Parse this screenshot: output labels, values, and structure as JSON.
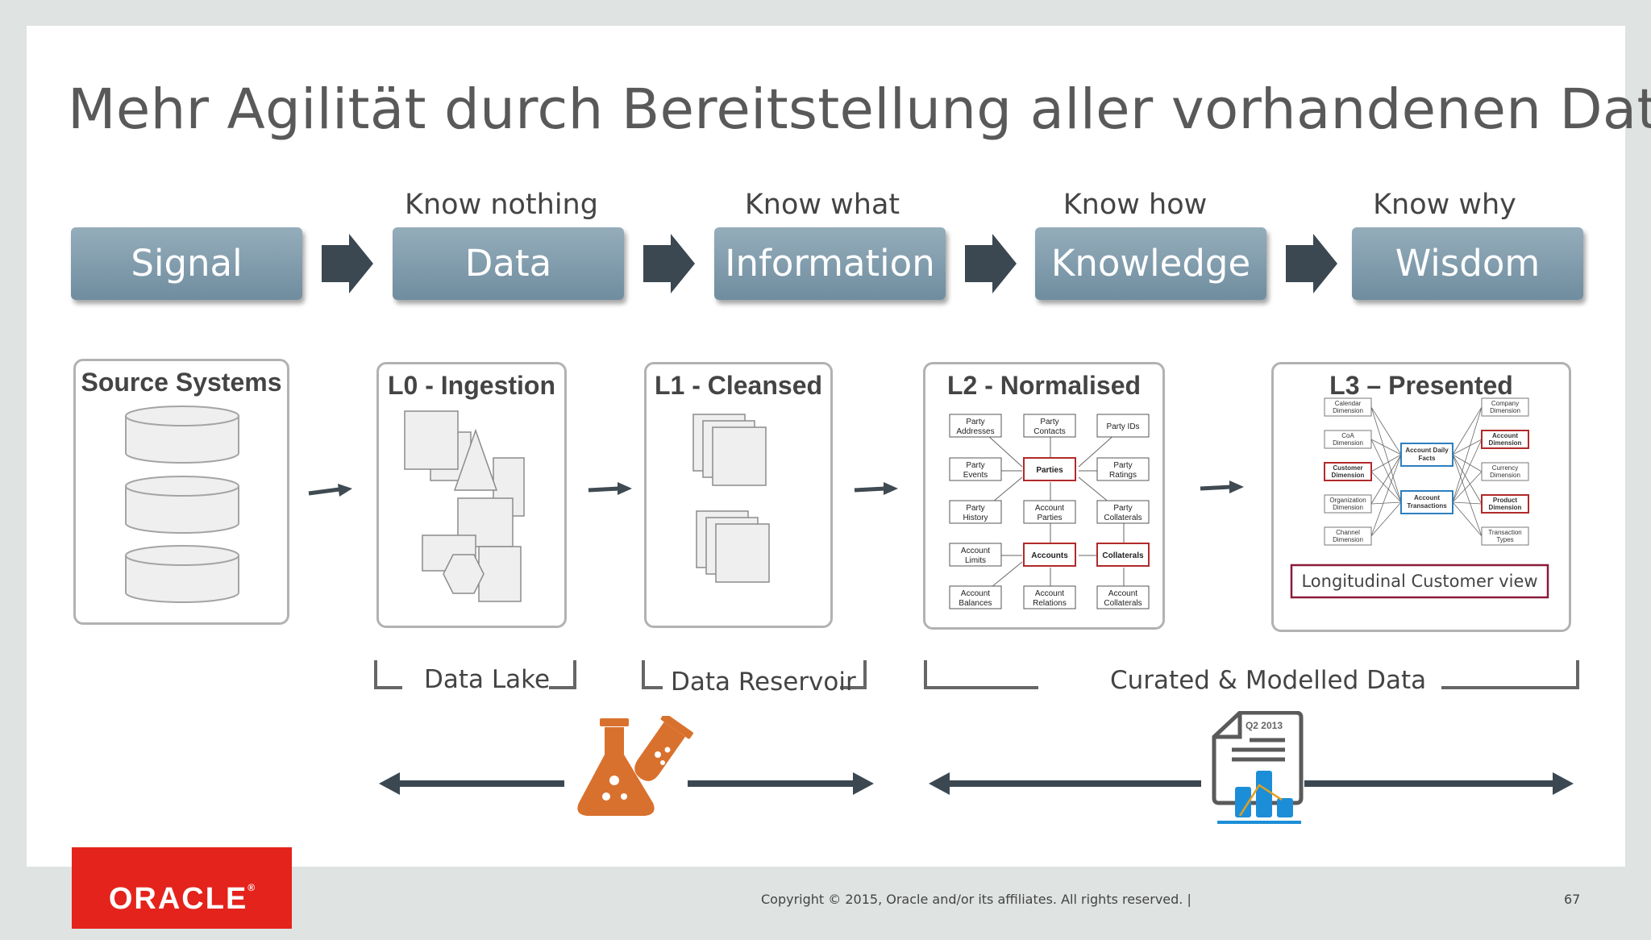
{
  "title": "Mehr Agilität durch Bereitstellung aller vorhandenen Daten",
  "stages": [
    {
      "label": "Signal",
      "caption": ""
    },
    {
      "label": "Data",
      "caption": "Know nothing"
    },
    {
      "label": "Information",
      "caption": "Know what"
    },
    {
      "label": "Knowledge",
      "caption": "Know how"
    },
    {
      "label": "Wisdom",
      "caption": "Know why"
    }
  ],
  "panels": {
    "source": "Source Systems",
    "l0": "L0 - Ingestion",
    "l1": "L1 - Cleansed",
    "l2": "L2 - Normalised",
    "l3": "L3 – Presented"
  },
  "l2_boxes": [
    [
      "Party",
      "Addresses"
    ],
    [
      "Party",
      "Contacts"
    ],
    [
      "Party IDs"
    ],
    [
      "Party",
      "Events"
    ],
    [
      "Parties"
    ],
    [
      "Party",
      "Ratings"
    ],
    [
      "Party",
      "History"
    ],
    [
      "Account",
      "Parties"
    ],
    [
      "Party",
      "Collaterals"
    ],
    [
      "Account",
      "Limits"
    ],
    [
      "Accounts"
    ],
    [
      "Collaterals"
    ],
    [
      "Account",
      "Balances"
    ],
    [
      "Account",
      "Relations"
    ],
    [
      "Account",
      "Collaterals"
    ]
  ],
  "l3_left_dims": [
    [
      "Calendar",
      "Dimension"
    ],
    [
      "CoA",
      "Dimension"
    ],
    [
      "Customer",
      "Dimension"
    ],
    [
      "Organization",
      "Dimension"
    ],
    [
      "Channel",
      "Dimension"
    ]
  ],
  "l3_right_dims": [
    [
      "Company",
      "Dimension"
    ],
    [
      "Account",
      "Dimension"
    ],
    [
      "Currency",
      "Dimension"
    ],
    [
      "Product",
      "Dimension"
    ],
    [
      "Transaction",
      "Types"
    ]
  ],
  "l3_facts": [
    [
      "Account Daily",
      "Facts"
    ],
    [
      "Account",
      "Transactions"
    ]
  ],
  "l3_footer": "Longitudinal Customer view",
  "brackets": {
    "data_lake": "Data Lake",
    "data_reservoir": "Data Reservoir",
    "curated": "Curated  & Modelled Data"
  },
  "report_icon_label": "Q2 2013",
  "colors": {
    "stage_fill": "#7f9aab",
    "chevron": "#3b4852",
    "lab_icon": "#d9712e",
    "report_icon": "#1c8ed8",
    "highlight_red": "#b22a2a",
    "highlight_blue": "#2c7fc0",
    "oracle_red": "#e4231c"
  },
  "footer": {
    "logo": "ORACLE",
    "copyright": "Copyright © 2015, Oracle and/or its affiliates. All rights reserved.  |",
    "page": "67"
  }
}
